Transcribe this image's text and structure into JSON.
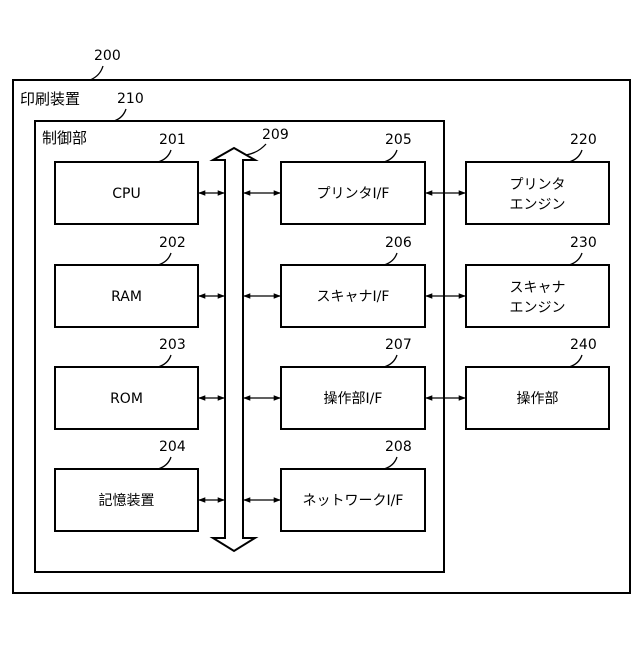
{
  "diagram": {
    "outer": {
      "ref": "200",
      "title": "印刷装置"
    },
    "controller": {
      "ref": "210",
      "title": "制御部"
    },
    "bus": {
      "ref": "209"
    },
    "left_blocks": [
      {
        "ref": "201",
        "label": "CPU"
      },
      {
        "ref": "202",
        "label": "RAM"
      },
      {
        "ref": "203",
        "label": "ROM"
      },
      {
        "ref": "204",
        "label": "記憶装置"
      }
    ],
    "interfaces": [
      {
        "ref": "205",
        "label": "プリンタI/F"
      },
      {
        "ref": "206",
        "label": "スキャナI/F"
      },
      {
        "ref": "207",
        "label": "操作部I/F"
      },
      {
        "ref": "208",
        "label": "ネットワークI/F"
      }
    ],
    "external": [
      {
        "ref": "220",
        "lines": [
          "プリンタ",
          "エンジン"
        ]
      },
      {
        "ref": "230",
        "lines": [
          "スキャナ",
          "エンジン"
        ]
      },
      {
        "ref": "240",
        "lines": [
          "操作部"
        ]
      }
    ]
  }
}
